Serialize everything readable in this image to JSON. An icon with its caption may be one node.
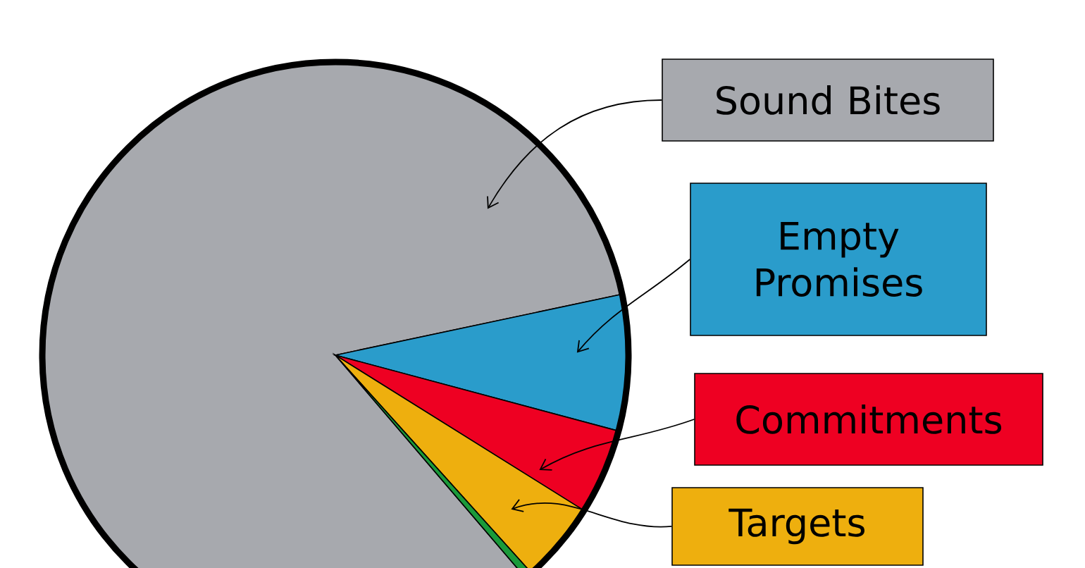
{
  "diagram": {
    "nodes": [
      {
        "text": [],
        "shape": "wedge"
      },
      {
        "text": [],
        "shape": "wedge"
      },
      {
        "text": [],
        "shape": "wedge"
      },
      {
        "text": [],
        "shape": "wedge"
      },
      {
        "text": [],
        "shape": "wedge"
      },
      {
        "text": [
          "Sound Bites"
        ]
      },
      {
        "text": [
          "Empty Promises"
        ]
      },
      {
        "text": [
          "Commitments"
        ]
      },
      {
        "text": [
          "Targets"
        ]
      }
    ],
    "edges": [
      {
        "from": 5,
        "to": 0,
        "arrow": "to"
      },
      {
        "from": 6,
        "to": 1,
        "arrow": "to"
      },
      {
        "from": 7,
        "to": 2,
        "arrow": "to"
      },
      {
        "from": 8,
        "to": 3,
        "arrow": "to"
      }
    ]
  }
}
